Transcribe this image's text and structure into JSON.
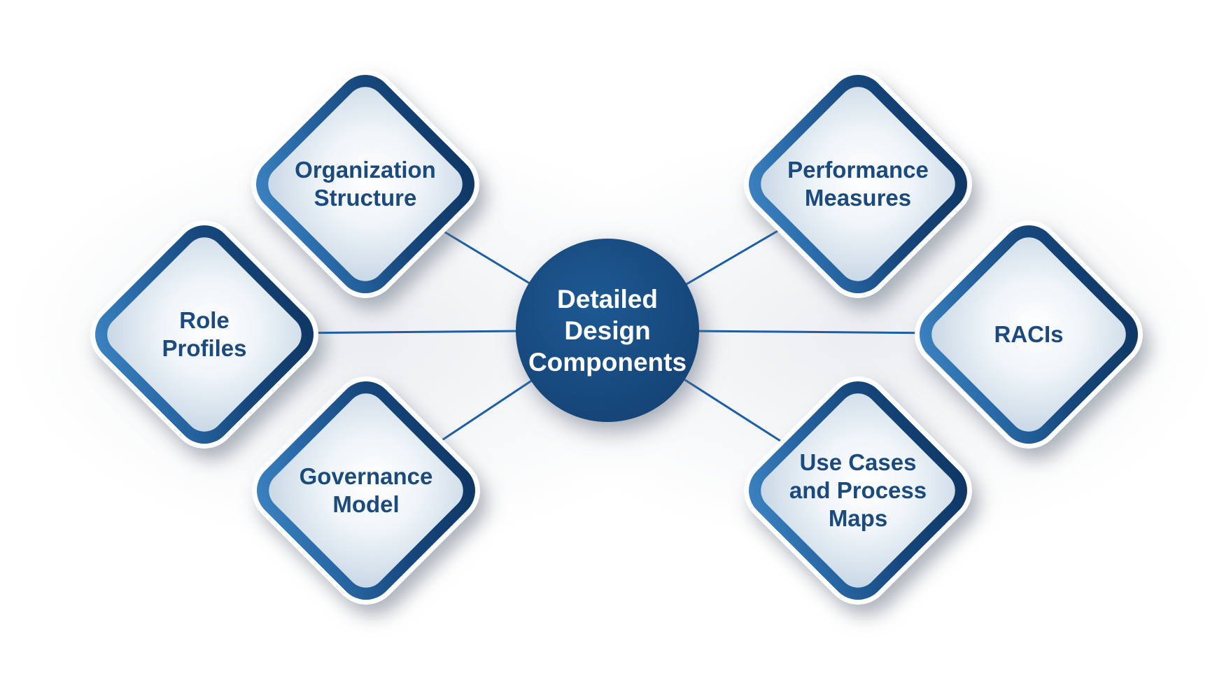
{
  "diagram": {
    "title": "Detailed Design Components",
    "colors": {
      "node_border_dark": "#0e3562",
      "node_border_light": "#3f86c4",
      "node_fill_center": "#ffffff",
      "node_fill_edge": "#c3d4e2",
      "node_label_text": "#1a4a7e",
      "hub_fill": "#174a7f",
      "hub_text": "#ffffff",
      "connector": "#1d5fa6"
    },
    "hub": {
      "label": "Detailed Design Components",
      "lines": [
        "Detailed",
        "Design",
        "Components"
      ]
    },
    "nodes": [
      {
        "id": "organization-structure",
        "label": "Organization Structure",
        "lines": [
          "Organization",
          "Structure",
          ""
        ]
      },
      {
        "id": "performance-measures",
        "label": "Performance Measures",
        "lines": [
          "Performance",
          "Measures",
          ""
        ]
      },
      {
        "id": "role-profiles",
        "label": "Role Profiles",
        "lines": [
          "Role",
          "Profiles",
          ""
        ]
      },
      {
        "id": "racis",
        "label": "RACIs",
        "lines": [
          "RACIs",
          "",
          ""
        ]
      },
      {
        "id": "governance-model",
        "label": "Governance Model",
        "lines": [
          "Governance",
          "Model",
          ""
        ]
      },
      {
        "id": "use-cases-process-maps",
        "label": "Use Cases and Process Maps",
        "lines": [
          "Use Cases",
          "and Process",
          "Maps"
        ]
      }
    ]
  }
}
